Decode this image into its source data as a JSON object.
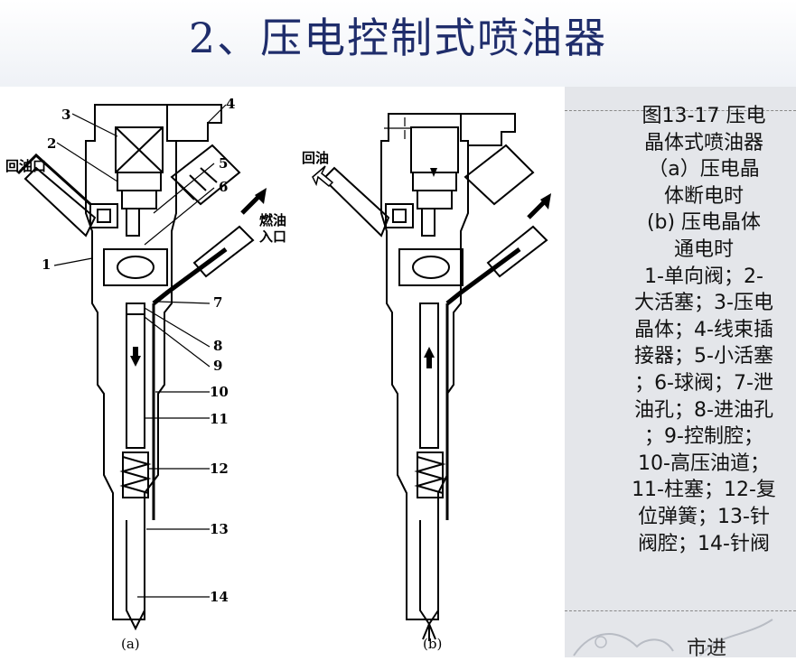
{
  "title": "2、压电控制式喷油器",
  "caption": {
    "lines": [
      "图13-17 压电",
      "晶体式喷油器",
      "（a）压电晶",
      "体断电时",
      "(b) 压电晶体",
      "通电时",
      "1-单向阀；2-",
      "大活塞；3-压电",
      "晶体；4-线束插",
      "接器；5-小活塞",
      "；6-球阀；7-泄",
      "油孔；8-进油孔",
      "；9-控制腔；",
      "10-高压油道；",
      "11-柱塞；12-复",
      "位弹簧；13-针",
      "阀腔；14-针阀"
    ]
  },
  "diagram_a": {
    "label": "(a)",
    "return_label": "回油口",
    "inlet_label_line1": "燃油",
    "inlet_label_line2": "入口",
    "numbers": [
      "1",
      "2",
      "3",
      "4",
      "5",
      "6",
      "7",
      "8",
      "9",
      "10",
      "11",
      "12",
      "13",
      "14"
    ]
  },
  "diagram_b": {
    "label": "(b)",
    "return_label": "回油"
  },
  "footer_fragment": "市进"
}
